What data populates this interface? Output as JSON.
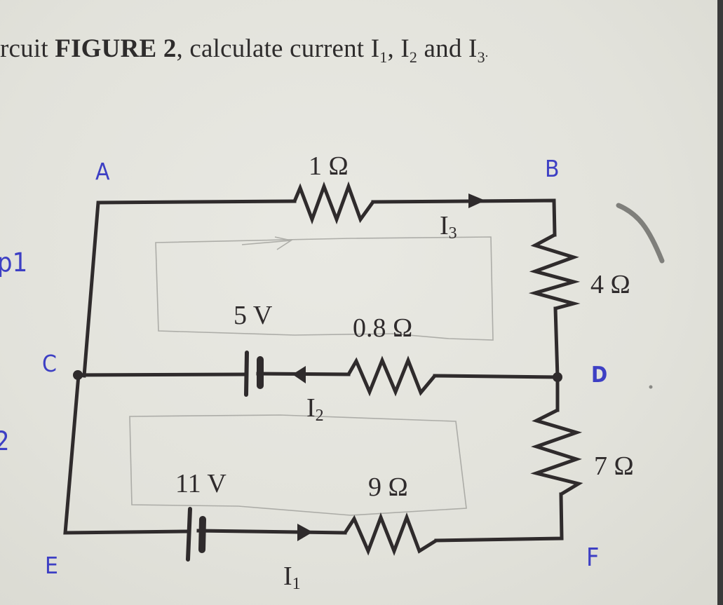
{
  "question": {
    "prefix": "rcuit ",
    "figure_ref": "FIGURE 2",
    "mid": ", calculate current ",
    "i1": "I",
    "i1_sub": "1",
    "sep1": ", ",
    "i2": "I",
    "i2_sub": "2",
    "and": " and ",
    "i3": "I",
    "i3_sub": "3",
    "end": "."
  },
  "circuit": {
    "components": {
      "r_top": {
        "label": "1 Ω",
        "ohms": 1
      },
      "r_bd": {
        "label": "4 Ω",
        "ohms": 4
      },
      "battery_mid": {
        "label": "5 V",
        "volts": 5
      },
      "r_mid": {
        "label": "0.8 Ω",
        "ohms": 0.8
      },
      "r_df": {
        "label": "7 Ω",
        "ohms": 7
      },
      "battery_bot": {
        "label": "11 V",
        "volts": 11
      },
      "r_bot": {
        "label": "9 Ω",
        "ohms": 9
      }
    },
    "currents": {
      "i3": {
        "label": "I",
        "sub": "3",
        "direction": "right"
      },
      "i2": {
        "label": "I",
        "sub": "2",
        "direction": "left"
      },
      "i1": {
        "label": "I",
        "sub": "1",
        "direction": "right"
      }
    },
    "node_labels": {
      "a": "A",
      "b": "B",
      "c": "C",
      "d": "D",
      "e": "E",
      "f": "F"
    }
  },
  "margin_notes": {
    "note1": "p1",
    "note2": "2"
  },
  "colors": {
    "ink": "#2f2b2c",
    "pen_blue": "#3d3fc4",
    "pencil": "#8a8a86",
    "paper": "#e4e4dd"
  }
}
